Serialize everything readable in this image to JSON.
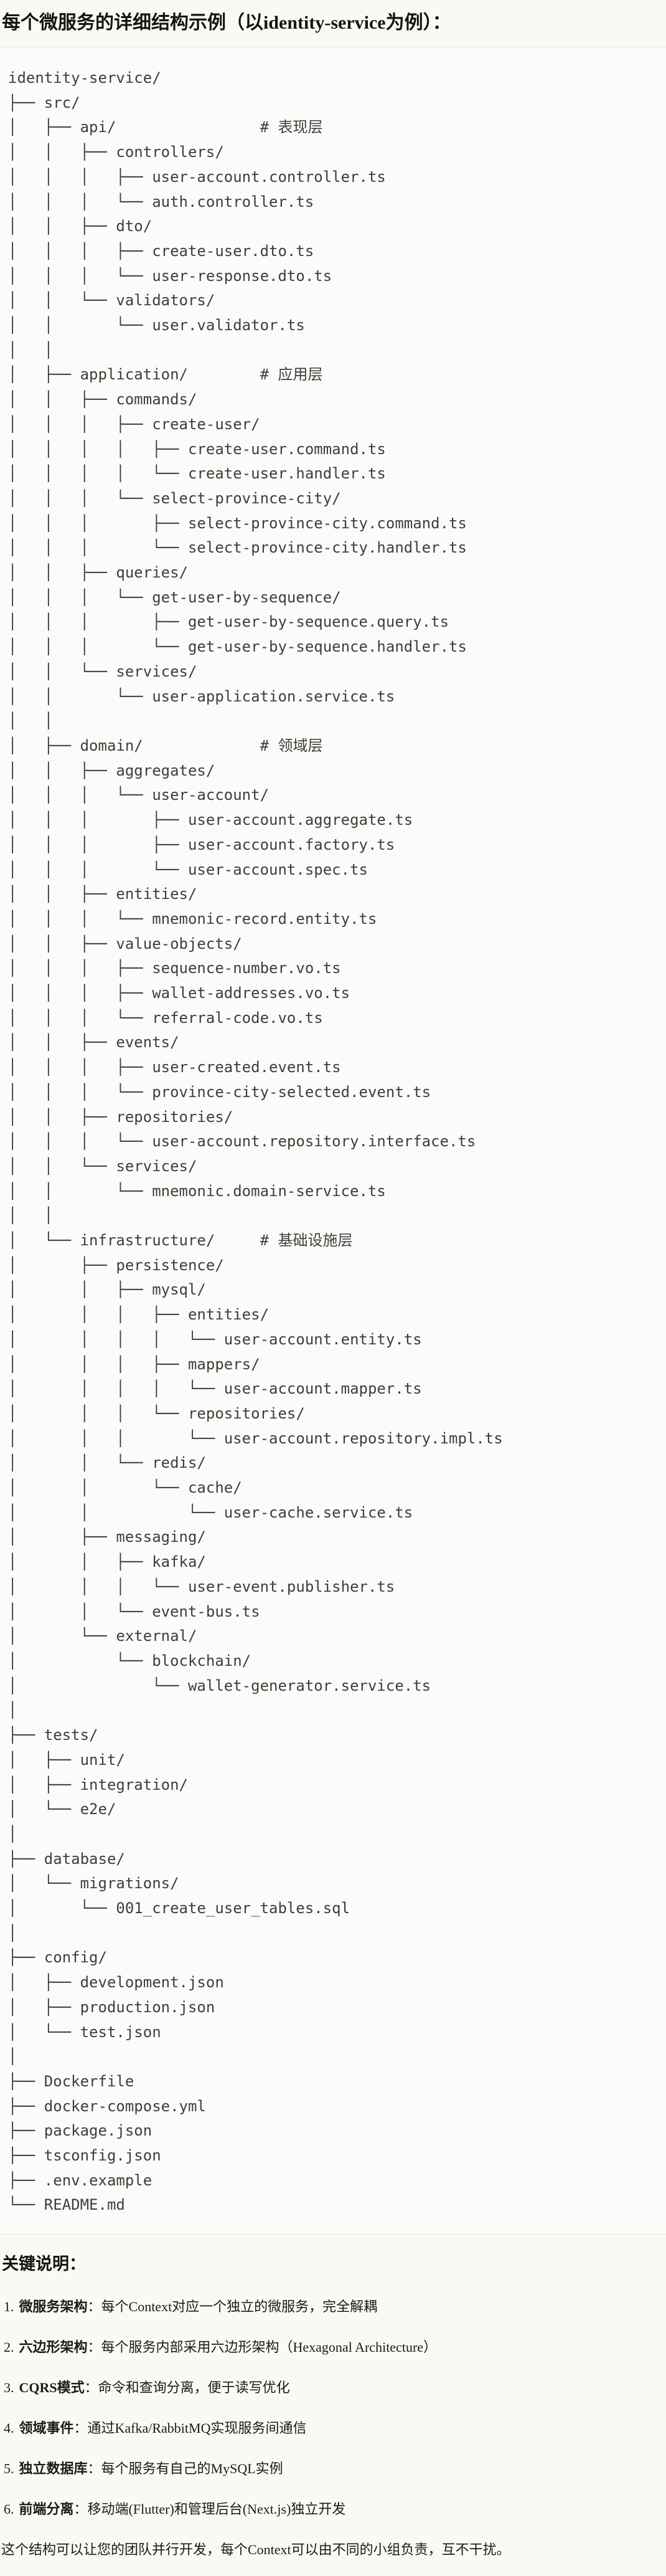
{
  "page": {
    "title": "每个微服务的详细结构示例（以identity-service为例）："
  },
  "tree": {
    "lines": [
      "identity-service/",
      "├── src/",
      "│   ├── api/                # 表现层",
      "│   │   ├── controllers/",
      "│   │   │   ├── user-account.controller.ts",
      "│   │   │   └── auth.controller.ts",
      "│   │   ├── dto/",
      "│   │   │   ├── create-user.dto.ts",
      "│   │   │   └── user-response.dto.ts",
      "│   │   └── validators/",
      "│   │       └── user.validator.ts",
      "│   │",
      "│   ├── application/        # 应用层",
      "│   │   ├── commands/",
      "│   │   │   ├── create-user/",
      "│   │   │   │   ├── create-user.command.ts",
      "│   │   │   │   └── create-user.handler.ts",
      "│   │   │   └── select-province-city/",
      "│   │   │       ├── select-province-city.command.ts",
      "│   │   │       └── select-province-city.handler.ts",
      "│   │   ├── queries/",
      "│   │   │   └── get-user-by-sequence/",
      "│   │   │       ├── get-user-by-sequence.query.ts",
      "│   │   │       └── get-user-by-sequence.handler.ts",
      "│   │   └── services/",
      "│   │       └── user-application.service.ts",
      "│   │",
      "│   ├── domain/             # 领域层",
      "│   │   ├── aggregates/",
      "│   │   │   └── user-account/",
      "│   │   │       ├── user-account.aggregate.ts",
      "│   │   │       ├── user-account.factory.ts",
      "│   │   │       └── user-account.spec.ts",
      "│   │   ├── entities/",
      "│   │   │   └── mnemonic-record.entity.ts",
      "│   │   ├── value-objects/",
      "│   │   │   ├── sequence-number.vo.ts",
      "│   │   │   ├── wallet-addresses.vo.ts",
      "│   │   │   └── referral-code.vo.ts",
      "│   │   ├── events/",
      "│   │   │   ├── user-created.event.ts",
      "│   │   │   └── province-city-selected.event.ts",
      "│   │   ├── repositories/",
      "│   │   │   └── user-account.repository.interface.ts",
      "│   │   └── services/",
      "│   │       └── mnemonic.domain-service.ts",
      "│   │",
      "│   └── infrastructure/     # 基础设施层",
      "│       ├── persistence/",
      "│       │   ├── mysql/",
      "│       │   │   ├── entities/",
      "│       │   │   │   └── user-account.entity.ts",
      "│       │   │   ├── mappers/",
      "│       │   │   │   └── user-account.mapper.ts",
      "│       │   │   └── repositories/",
      "│       │   │       └── user-account.repository.impl.ts",
      "│       │   └── redis/",
      "│       │       └── cache/",
      "│       │           └── user-cache.service.ts",
      "│       ├── messaging/",
      "│       │   ├── kafka/",
      "│       │   │   └── user-event.publisher.ts",
      "│       │   └── event-bus.ts",
      "│       └── external/",
      "│           └── blockchain/",
      "│               └── wallet-generator.service.ts",
      "│",
      "├── tests/",
      "│   ├── unit/",
      "│   ├── integration/",
      "│   └── e2e/",
      "│",
      "├── database/",
      "│   └── migrations/",
      "│       └── 001_create_user_tables.sql",
      "│",
      "├── config/",
      "│   ├── development.json",
      "│   ├── production.json",
      "│   └── test.json",
      "│",
      "├── Dockerfile",
      "├── docker-compose.yml",
      "├── package.json",
      "├── tsconfig.json",
      "├── .env.example",
      "└── README.md"
    ]
  },
  "notes": {
    "heading": "关键说明：",
    "items": [
      {
        "num": "1.",
        "label": "微服务架构",
        "text": "：每个Context对应一个独立的微服务，完全解耦"
      },
      {
        "num": "2.",
        "label": "六边形架构",
        "text": "：每个服务内部采用六边形架构（Hexagonal Architecture）"
      },
      {
        "num": "3.",
        "label": "CQRS模式",
        "text": "：命令和查询分离，便于读写优化"
      },
      {
        "num": "4.",
        "label": "领域事件",
        "text": "：通过Kafka/RabbitMQ实现服务间通信"
      },
      {
        "num": "5.",
        "label": "独立数据库",
        "text": "：每个服务有自己的MySQL实例"
      },
      {
        "num": "6.",
        "label": "前端分离",
        "text": "：移动端(Flutter)和管理后台(Next.js)独立开发"
      }
    ],
    "closing": "这个结构可以让您的团队并行开发，每个Context可以由不同的小组负责，互不干扰。"
  }
}
